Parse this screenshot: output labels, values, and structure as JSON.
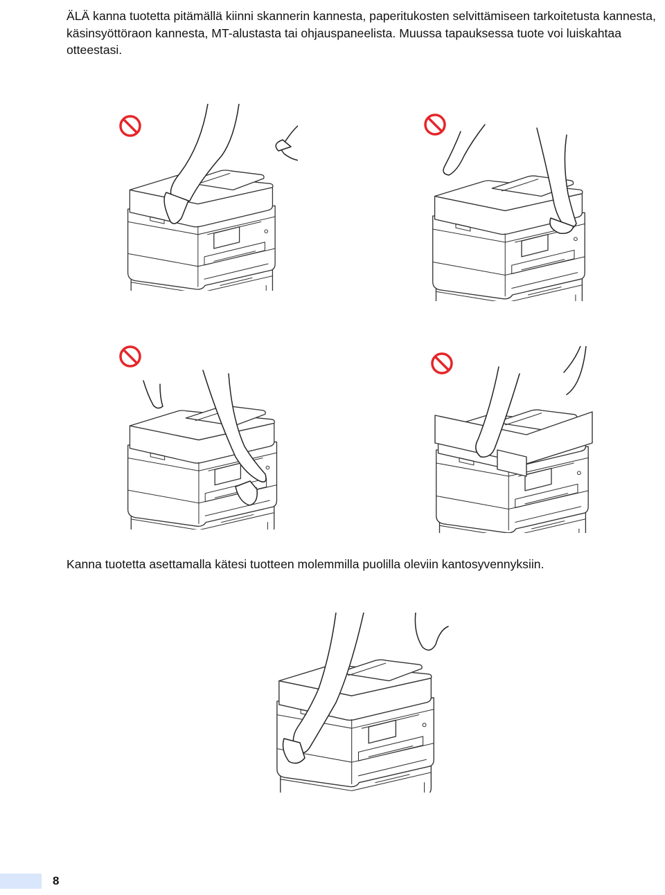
{
  "instructions": {
    "warning_text": "ÄLÄ kanna tuotetta pitämällä kiinni skannerin kannesta, paperitukosten selvittämiseen tarkoitetusta kannesta, käsinsyöttöraon kannesta, MT-alustasta tai ohjauspaneelista. Muussa tapauksessa tuote voi luiskahtaa otteestasi.",
    "correct_text": "Kanna tuotetta asettamalla kätesi tuotteen molemmilla puolilla oleviin kantosyvennyksiin."
  },
  "colors": {
    "prohibition_red": "#e5262a",
    "footer_tab": "#d9e6fb"
  },
  "icons": {
    "prohibition": "prohibition-icon"
  },
  "footer": {
    "page_number": "8"
  }
}
